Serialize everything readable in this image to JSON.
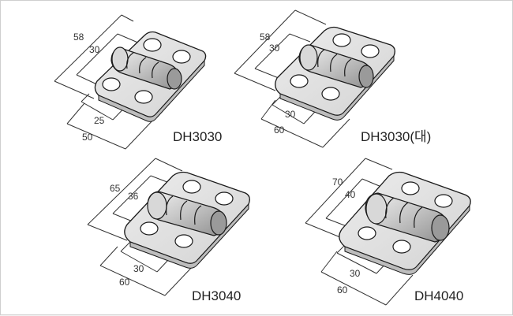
{
  "hinges": [
    {
      "model": "DH3030",
      "dim_outer_length": "58",
      "dim_inner_length": "30",
      "dim_hole_spacing": "25",
      "dim_width": "50"
    },
    {
      "model": "DH3030(대)",
      "dim_outer_length": "58",
      "dim_inner_length": "30",
      "dim_hole_spacing": "30",
      "dim_width": "60"
    },
    {
      "model": "DH3040",
      "dim_outer_length": "65",
      "dim_inner_length": "36",
      "dim_hole_spacing": "30",
      "dim_width": "60"
    },
    {
      "model": "DH4040",
      "dim_outer_length": "70",
      "dim_inner_length": "40",
      "dim_hole_spacing": "30",
      "dim_width": "60"
    }
  ],
  "colors": {
    "plate_fill": "#dcdcdc",
    "plate_top": "#e9e9e9",
    "plate_edge": "#bdbdbd",
    "knuckle_fill": "#cfcfcf",
    "outline": "#1a1a1a",
    "dimension_line": "#333333"
  }
}
